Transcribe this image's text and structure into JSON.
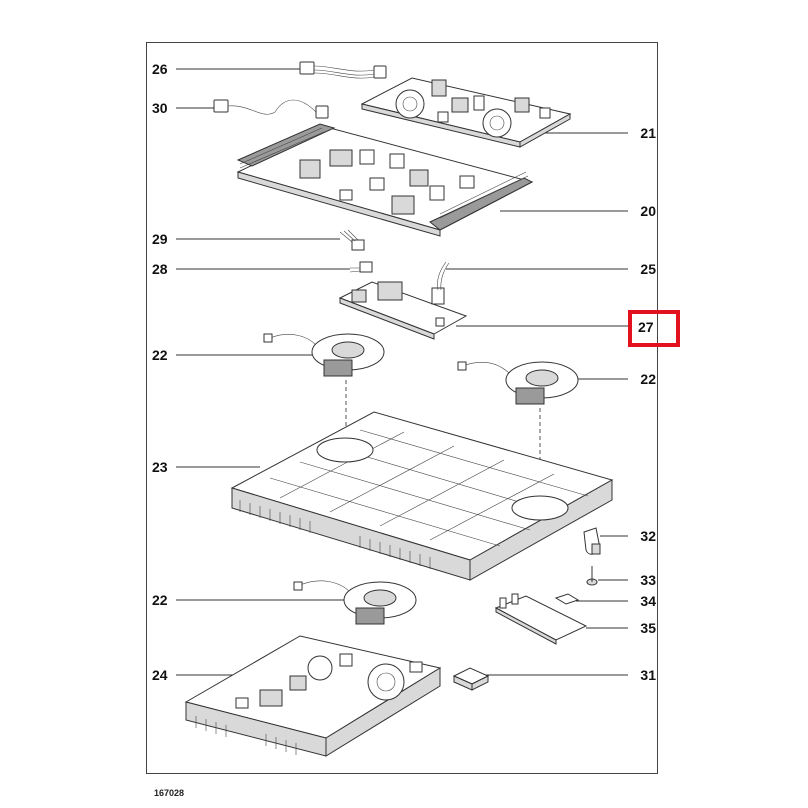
{
  "figure_ref": "167028",
  "callouts": {
    "c26": "26",
    "c30": "30",
    "c21": "21",
    "c20": "20",
    "c29": "29",
    "c28": "28",
    "c25": "25",
    "c27": "27",
    "c22a": "22",
    "c22b": "22",
    "c23": "23",
    "c32": "32",
    "c33": "33",
    "c34": "34",
    "c35": "35",
    "c22c": "22",
    "c24": "24",
    "c31": "31"
  },
  "highlight": {
    "callout": "27",
    "color": "#e3101d"
  }
}
